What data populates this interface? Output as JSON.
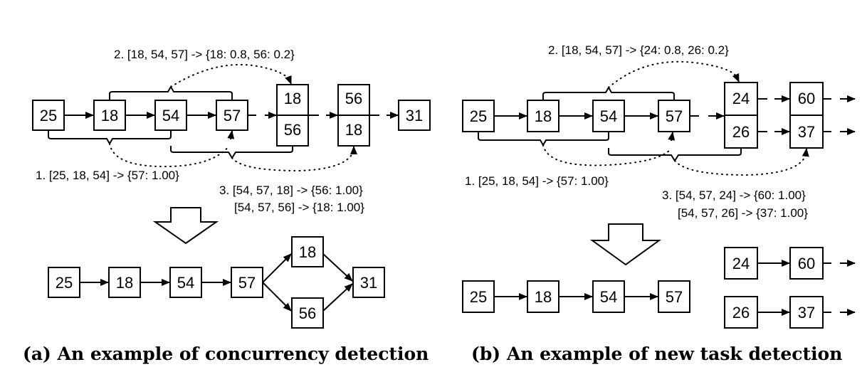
{
  "left": {
    "caption": "(a) An example of concurrency detection",
    "top_boxes": [
      "25",
      "18",
      "54",
      "57",
      "31"
    ],
    "split1": [
      "18",
      "56"
    ],
    "split2": [
      "56",
      "18"
    ],
    "ann1": "1. [25, 18, 54] -> {57: 1.00}",
    "ann2": "2. [18, 54, 57] -> {18: 0.8, 56: 0.2}",
    "ann3a": "3. [54, 57, 18] -> {56: 1.00}",
    "ann3b": "[54, 57, 56] -> {18: 1.00}",
    "bottom_boxes": [
      "25",
      "18",
      "54",
      "57",
      "18",
      "56",
      "31"
    ]
  },
  "right": {
    "caption": "(b) An example of new task detection",
    "top_boxes": [
      "25",
      "18",
      "54",
      "57"
    ],
    "split1": [
      "24",
      "26"
    ],
    "split2": [
      "60",
      "37"
    ],
    "ann1": "1. [25, 18, 54] -> {57: 1.00}",
    "ann2": "2. [18, 54, 57] -> {24: 0.8, 26: 0.2}",
    "ann3a": "3. [54, 57, 24] -> {60: 1.00}",
    "ann3b": "[54, 57, 26] -> {37: 1.00}",
    "bottom_boxes": [
      "25",
      "18",
      "54",
      "57"
    ],
    "side_pairs": [
      [
        "24",
        "60"
      ],
      [
        "26",
        "37"
      ]
    ]
  }
}
